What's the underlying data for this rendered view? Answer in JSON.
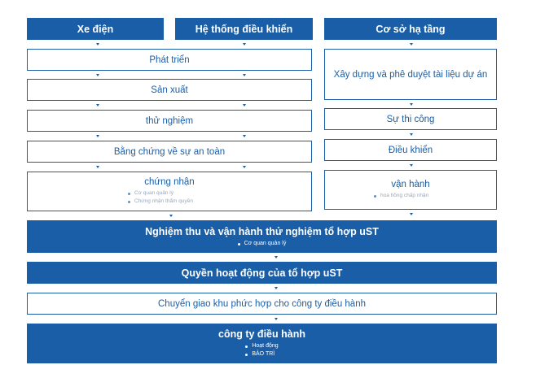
{
  "headers": {
    "ev": "Xe điện",
    "control": "Hệ thống điều khiển",
    "infra": "Cơ sở hạ tầng"
  },
  "left_steps": {
    "develop": "Phát triển",
    "produce": "Sản xuất",
    "test": "thử nghiệm",
    "safety": "Bằng chứng về sự an toàn",
    "cert": {
      "title": "chứng nhận",
      "items": [
        "Cơ quan quản lý",
        "Chứng nhận thẩm quyền"
      ]
    }
  },
  "right_steps": {
    "design": "Xây dựng và phê duyệt tài liệu dự án",
    "construction": "Sự thi công",
    "control": "Điều khiển",
    "operation": {
      "title": "vận hành",
      "items": [
        "hoa hồng chấp nhận"
      ]
    }
  },
  "bottom_steps": {
    "acceptance": {
      "title": "Nghiệm thu và vận hành thử nghiệm tổ hợp uST",
      "items": [
        "Cơ quan quản lý"
      ]
    },
    "rights": "Quyền hoạt động của tổ hợp uST",
    "transfer": "Chuyển giao khu phức hợp cho công ty điều hành",
    "operator": {
      "title": "công ty điều hành",
      "items": [
        "Hoạt động",
        "BẢO TRÌ"
      ]
    }
  },
  "colors": {
    "primary": "#1a5ea8",
    "muted_text": "#9aa7b8"
  }
}
